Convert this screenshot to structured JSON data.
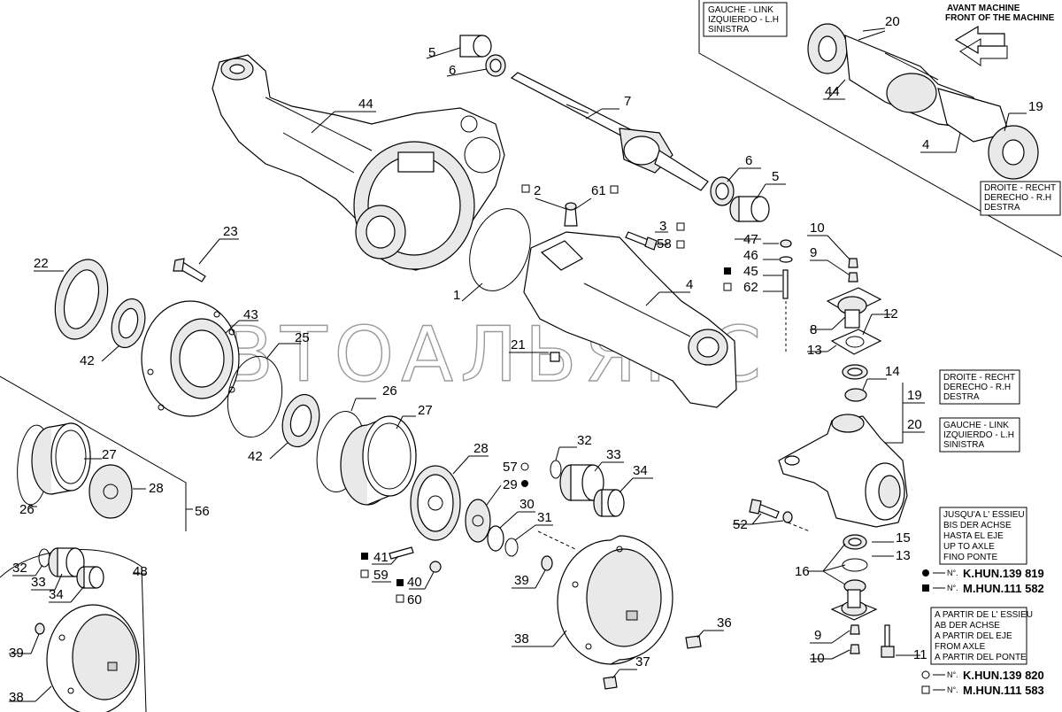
{
  "watermark": "ВТОАЛЬЯНС",
  "side_boxes": {
    "top_left": [
      "GAUCHE - LINK",
      "IZQUIERDO - L.H",
      "SINISTRA"
    ],
    "top_right_caption": [
      "AVANT MACHINE",
      "FRONT OF THE MACHINE"
    ],
    "right_upper": [
      "DROITE - RECHT",
      "DERECHO - R.H",
      "DESTRA"
    ],
    "right_mid": [
      "DROITE - RECHT",
      "DERECHO - R.H",
      "DESTRA"
    ],
    "right_lower": [
      "GAUCHE - LINK",
      "IZQUIERDO - L.H",
      "SINISTRA"
    ],
    "until_axle": [
      "JUSQU'A L' ESSIEU",
      "BIS DER ACHSE",
      "HASTA EL EJE",
      "UP TO AXLE",
      "FINO PONTE"
    ],
    "from_axle": [
      "A PARTIR DE L' ESSIEU",
      "AB DER ACHSE",
      "A PARTIR DEL EJE",
      "FROM AXLE",
      "A PARTIR DEL PONTE"
    ]
  },
  "serials": {
    "no_prefix": "N°.",
    "s1": "K.HUN.139 819",
    "s2": "M.HUN.111 582",
    "s3": "K.HUN.139 820",
    "s4": "M.HUN.111 583"
  },
  "labels": {
    "l5a": "5",
    "l6a": "6",
    "l7": "7",
    "l6b": "6",
    "l5b": "5",
    "l44a": "44",
    "l2": "2",
    "l61": "61",
    "l3": "3",
    "l58": "58",
    "l4a": "4",
    "l1": "1",
    "l23": "23",
    "l22": "22",
    "l42a": "42",
    "l43": "43",
    "l25": "25",
    "l42b": "42",
    "l21": "21",
    "l26a": "26",
    "l27a": "27",
    "l28a": "28",
    "l27b": "27",
    "l28b": "28",
    "l26b": "26",
    "l56": "56",
    "l47": "47",
    "l46": "46",
    "l45": "45",
    "l62": "62",
    "l10a": "10",
    "l9a": "9",
    "l8": "8",
    "l12": "12",
    "l13a": "13",
    "l14": "14",
    "l19a": "19",
    "l20a": "20",
    "l32a": "32",
    "l33a": "33",
    "l34a": "34",
    "l57": "57",
    "l29": "29",
    "l30": "30",
    "l31": "31",
    "l52": "52",
    "l15": "15",
    "l13b": "13",
    "l16": "16",
    "l41": "41",
    "l59": "59",
    "l40": "40",
    "l60": "60",
    "l39a": "39",
    "l38a": "38",
    "l36": "36",
    "l37": "37",
    "l9b": "9",
    "l10b": "10",
    "l11": "11",
    "l32b": "32",
    "l33b": "33",
    "l34b": "34",
    "l48": "48",
    "l39b": "39",
    "l38b": "38",
    "l20b": "20",
    "l44b": "44",
    "l19b": "19",
    "l4b": "4"
  }
}
